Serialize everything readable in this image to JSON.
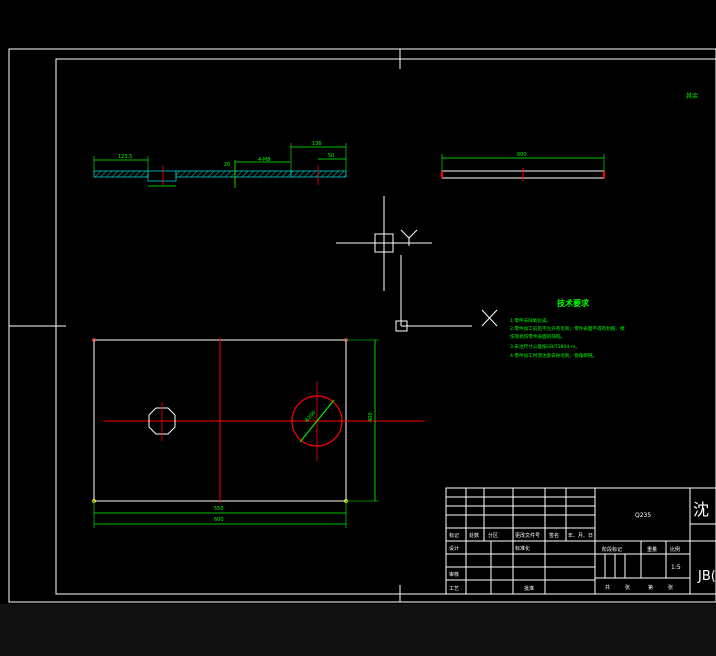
{
  "colors": {
    "background": "#000000",
    "frame": "#ffffff",
    "dimension": "#00ff00",
    "centerline": "#ff0000",
    "hatch": "#00cccc",
    "bottom_bar": "#161616"
  },
  "drawing": {
    "corner_note": "其余",
    "top_view": {
      "dim_left": "123.5",
      "dim_right": "136",
      "dim_small": "50",
      "dim_mid": "4-M8",
      "dim_thk": "20"
    },
    "side_view": {
      "dim_length": "600"
    },
    "plan_view": {
      "dim_inner_width": "550",
      "dim_outer_width": "600",
      "dim_height": "400",
      "dim_diameter": "Φ200"
    },
    "tech_req": {
      "title": "技术要求",
      "lines": [
        "1.零件去除氧化皮。",
        "2.零件加工前后不允许有毛刺，零件表面不得有划痕、擦",
        "伤等损伤零件表面的缺陷。",
        "3.未注尺寸公差按GB/T1804-m。",
        "4.零件加工时须注意去除毛刺，锐角倒钝。"
      ]
    },
    "ucs_icon": {
      "y_label": "Y",
      "x_label": "X"
    }
  },
  "title_block": {
    "material": "Q235",
    "company": "沈",
    "code": "JB(",
    "scale": "1:5",
    "header_row": [
      "标记",
      "处数",
      "分区",
      "更改文件号",
      "签名",
      "年、月、日"
    ],
    "design_row": [
      "设计",
      "",
      "标准化",
      ""
    ],
    "stage_labels": [
      "阶段标记",
      "重量",
      "比例"
    ],
    "review_label": "审核",
    "process_label": "工艺",
    "approve_label": "批准",
    "sheet_labels": [
      "共",
      "张",
      "第",
      "张"
    ]
  }
}
